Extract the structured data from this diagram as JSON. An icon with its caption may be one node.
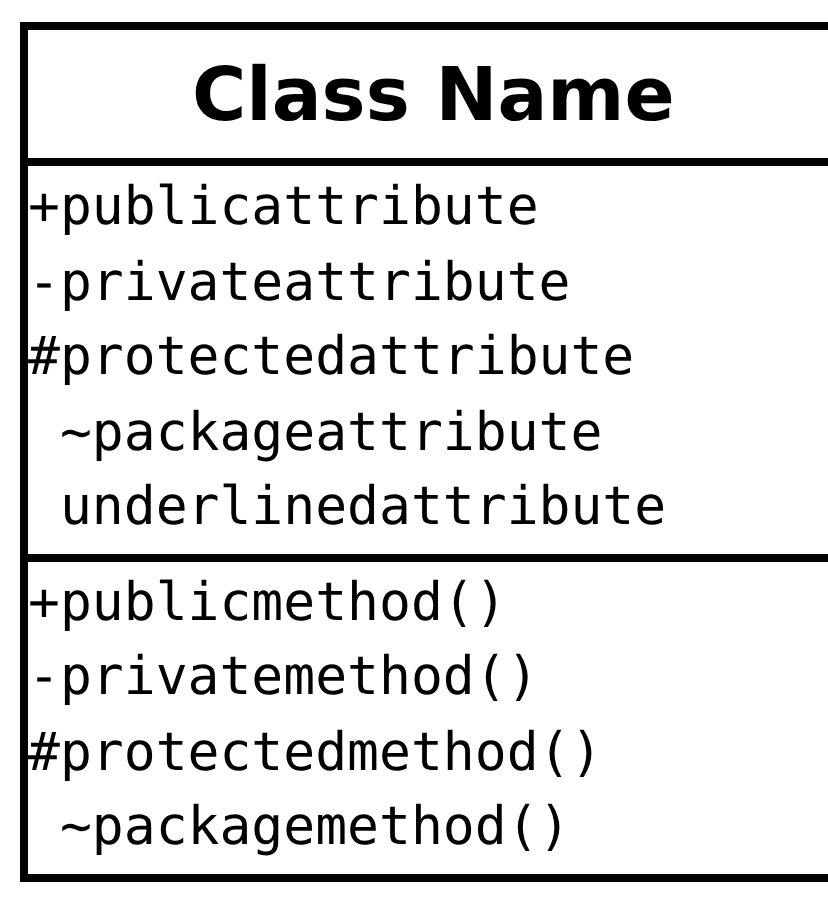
{
  "diagram": {
    "nodes": [
      {
        "text": [
          "Class Name"
        ]
      },
      {
        "text": [
          "+publicattribute",
          "-privateattribute",
          "#protectedattribute",
          " ~packageattribute",
          " underlinedattribute"
        ]
      },
      {
        "text": [
          "+publicmethod()",
          "-privatemethod()",
          "#protectedmethod()",
          " ~packagemethod()"
        ]
      }
    ]
  }
}
